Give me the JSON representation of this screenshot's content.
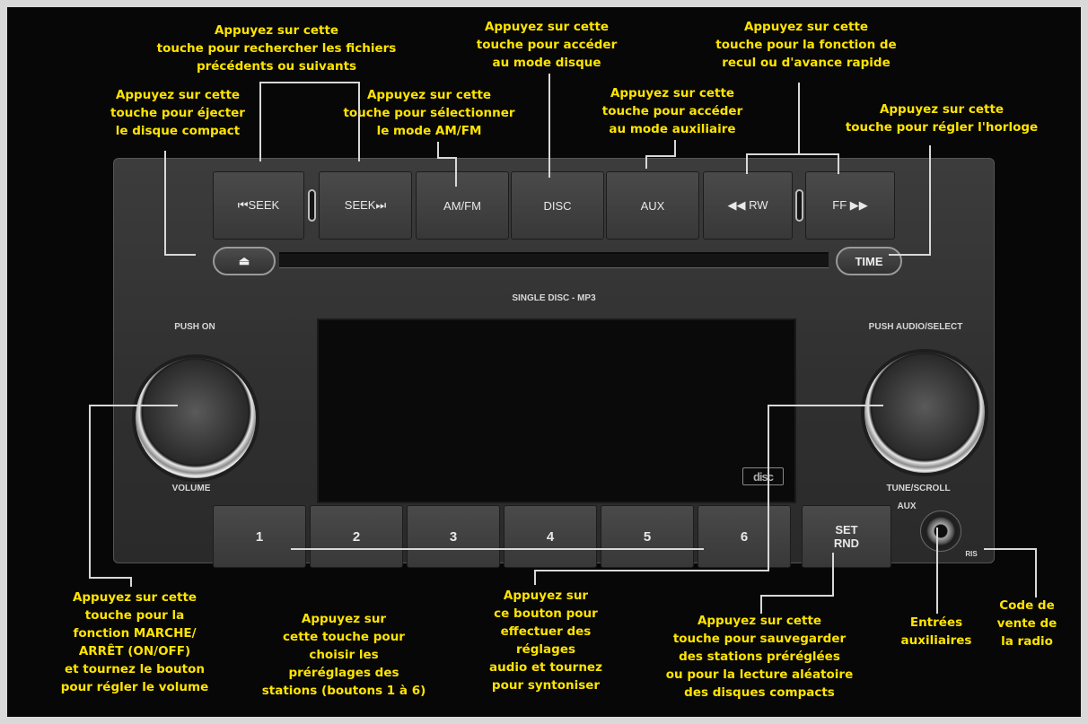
{
  "annotations": {
    "seek": "Appuyez sur cette\ntouche pour rechercher les fichiers\nprécédents ou suivants",
    "eject": "Appuyez sur cette\ntouche pour éjecter\nle disque compact",
    "amfm": "Appuyez sur cette\ntouche pour sélectionner\nle mode AM/FM",
    "disc": "Appuyez sur cette\ntouche pour accéder\nau mode disque",
    "aux": "Appuyez sur cette\ntouche pour accéder\nau mode auxiliaire",
    "rwff": "Appuyez sur cette\ntouche pour la fonction de\nrecul ou d'avance rapide",
    "time": "Appuyez sur cette\ntouche pour régler l'horloge",
    "power": "Appuyez sur cette\ntouche pour la\nfonction MARCHE/\nARRÊT (ON/OFF)\net tournez le bouton\npour régler le volume",
    "presets": "Appuyez sur\ncette touche pour\nchoisir les\npréréglages des\nstations (boutons 1 à 6)",
    "tune": "Appuyez sur\nce bouton pour\neffectuer des\nréglages\naudio et tournez\npour syntoniser",
    "setrnd": "Appuyez sur cette\ntouche pour sauvegarder\ndes stations préréglées\nou pour la lecture aléatoire\ndes disques compacts",
    "auxin": "Entrées\nauxiliaires",
    "sales": "Code de\nvente de\nla radio"
  },
  "radio": {
    "buttons": {
      "seek_prev": "⏮SEEK",
      "seek_next": "SEEK⏭",
      "amfm": "AM/FM",
      "disc": "DISC",
      "aux": "AUX",
      "rw": "◀◀ RW",
      "ff": "FF ▶▶",
      "eject": "⏏",
      "time": "TIME",
      "set_rnd": "SET\nRND"
    },
    "presets": [
      "1",
      "2",
      "3",
      "4",
      "5",
      "6"
    ],
    "labels": {
      "single_disc": "SINGLE DISC - MP3",
      "push_on": "PUSH ON",
      "volume": "VOLUME",
      "push_audio": "PUSH AUDIO/SELECT",
      "tune_scroll": "TUNE/SCROLL",
      "aux": "AUX",
      "ris": "RIS",
      "disc_logo": "disc"
    }
  },
  "colors": {
    "annotation": "#ffe400",
    "leader": "#d8d8d8",
    "frame": "#070707"
  }
}
